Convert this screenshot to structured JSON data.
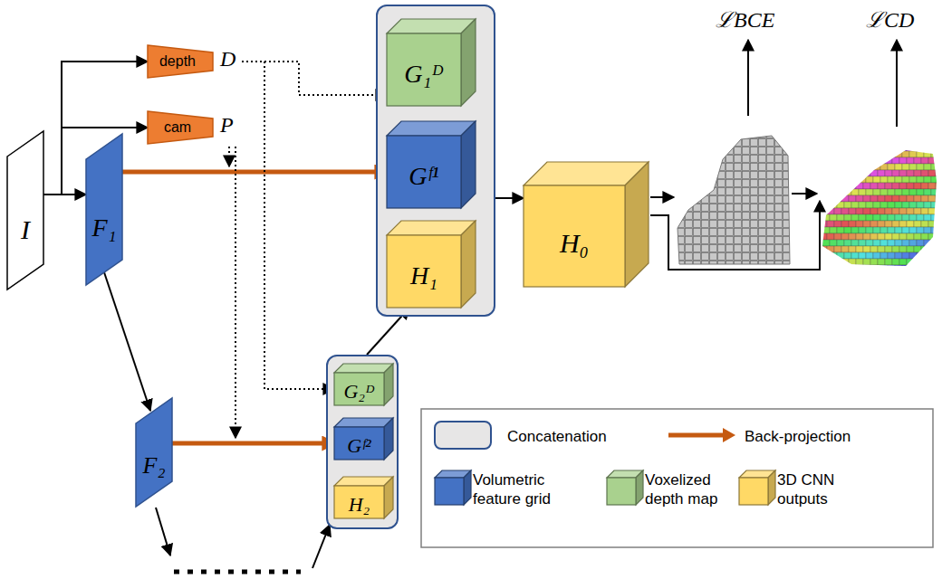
{
  "diagram": {
    "nodes": [
      {
        "text": [
          "I"
        ]
      },
      {
        "text": [
          "depth",
          "D"
        ]
      },
      {
        "text": [
          "cam",
          "P"
        ]
      },
      {
        "text": [
          "F₁"
        ]
      },
      {
        "text": []
      },
      {
        "text": [
          "G₁ᴰ"
        ],
        "in": 4
      },
      {
        "text": [
          "Gᶠ¹"
        ],
        "in": 4
      },
      {
        "text": [
          "H₁"
        ],
        "in": 4
      },
      {
        "text": [
          "H₀"
        ]
      },
      {
        "text": [
          "F₂"
        ]
      },
      {
        "text": []
      },
      {
        "text": [
          "G₂ᴰ"
        ],
        "in": 10
      },
      {
        "text": [
          "Gᶠ²"
        ],
        "in": 10
      },
      {
        "text": [
          "H₂"
        ],
        "in": 10
      }
    ],
    "edges": [
      {
        "from": 0,
        "to": 3,
        "arrow": "to"
      },
      {
        "from": 0,
        "to": 1,
        "arrow": "to"
      },
      {
        "from": 0,
        "to": 2,
        "arrow": "to"
      },
      {
        "from": 3,
        "to": 9,
        "arrow": "to"
      },
      {
        "from": 3,
        "to": 6,
        "arrow": "to"
      },
      {
        "from": 9,
        "to": 12,
        "arrow": "to"
      },
      {
        "from": 1,
        "to": 5,
        "arrow": "to"
      },
      {
        "from": 1,
        "to": 11,
        "arrow": "to"
      },
      {
        "from": 2,
        "to": 6,
        "arrow": "to"
      },
      {
        "from": 2,
        "to": 12,
        "arrow": "to"
      },
      {
        "from": 10,
        "to": 7,
        "arrow": "to"
      },
      {
        "from": 4,
        "to": 8,
        "arrow": "to"
      }
    ],
    "labels": [
      "ℒBCE",
      "ℒCD"
    ],
    "legend": [
      {
        "text": "Concatenation"
      },
      {
        "text": "Back-projection"
      },
      {
        "text": "Volumetric feature grid",
        "color": "#4472c4"
      },
      {
        "text": "Voxelized depth map",
        "color": "#a9d18e"
      },
      {
        "text": "3D CNN outputs",
        "color": "#ffd966"
      }
    ]
  }
}
